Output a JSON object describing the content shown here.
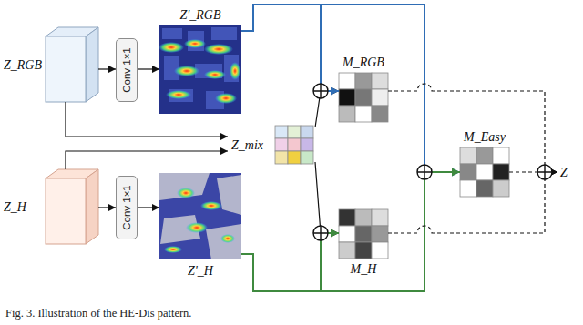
{
  "diagram": {
    "caption": "Fig. 3. Illustration of the HE-Dis pattern.",
    "nodes": [
      {
        "text": [
          "Z_RGB"
        ]
      },
      {
        "text": [
          "Conv 1×1"
        ]
      },
      {
        "text": [
          "Z'_RGB"
        ]
      },
      {
        "text": [
          "Z_mix"
        ]
      },
      {
        "text": [
          "M_RGB"
        ]
      },
      {
        "text": [
          "M_Easy"
        ]
      },
      {
        "text": [
          "Z"
        ]
      },
      {
        "text": [
          "Z_H"
        ]
      },
      {
        "text": [
          "Conv 1×1"
        ]
      },
      {
        "text": [
          "Z'_H"
        ]
      },
      {
        "text": [
          "M_H"
        ]
      }
    ],
    "edges": [
      {
        "from": 0,
        "to": 1,
        "arrow": "to"
      },
      {
        "from": 1,
        "to": 2,
        "arrow": "to"
      },
      {
        "from": 7,
        "to": 8,
        "arrow": "to"
      },
      {
        "from": 8,
        "to": 9,
        "arrow": "to"
      },
      {
        "from": 0,
        "to": 3,
        "arrow": "to"
      },
      {
        "from": 7,
        "to": 3,
        "arrow": "to"
      },
      {
        "from": 3,
        "to": 4,
        "arrow": "to"
      },
      {
        "from": 3,
        "to": 10,
        "arrow": "to"
      },
      {
        "from": 2,
        "to": 4,
        "arrow": "to"
      },
      {
        "from": 9,
        "to": 10,
        "arrow": "to"
      },
      {
        "from": 2,
        "to": 5,
        "arrow": "to"
      },
      {
        "from": 9,
        "to": 5,
        "arrow": "to"
      },
      {
        "from": 4,
        "to": 6,
        "arrow": "to"
      },
      {
        "from": 10,
        "to": 6,
        "arrow": "to"
      },
      {
        "from": 5,
        "to": 6,
        "arrow": "to"
      }
    ]
  }
}
